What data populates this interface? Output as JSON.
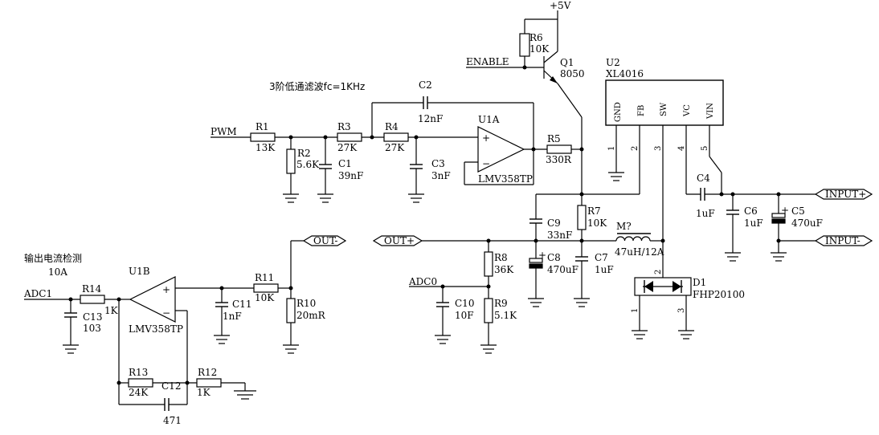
{
  "title_note": "3阶低通滤波fc=1KHz",
  "current_sense_note": "输出电流检测",
  "current_sense_value": "10A",
  "nets": {
    "vcc": "+5V",
    "enable": "ENABLE",
    "pwm": "PWM",
    "adc0": "ADC0",
    "adc1": "ADC1",
    "out_plus": "OUT+",
    "out_minus": "OUT-",
    "input_plus": "INPUT+",
    "input_minus": "INPUT-"
  },
  "components": {
    "r1": {
      "ref": "R1",
      "value": "13K"
    },
    "r2": {
      "ref": "R2",
      "value": "5.6K"
    },
    "r3": {
      "ref": "R3",
      "value": "27K"
    },
    "r4": {
      "ref": "R4",
      "value": "27K"
    },
    "r5": {
      "ref": "R5",
      "value": "330R"
    },
    "r6": {
      "ref": "R6",
      "value": "10K"
    },
    "r7": {
      "ref": "R7",
      "value": "10K"
    },
    "r8": {
      "ref": "R8",
      "value": "36K"
    },
    "r9": {
      "ref": "R9",
      "value": "5.1K"
    },
    "r10": {
      "ref": "R10",
      "value": "20mR"
    },
    "r11": {
      "ref": "R11",
      "value": "10K"
    },
    "r12": {
      "ref": "R12",
      "value": "1K"
    },
    "r13": {
      "ref": "R13",
      "value": "24K"
    },
    "r14": {
      "ref": "R14",
      "value": "1K"
    },
    "c1": {
      "ref": "C1",
      "value": "39nF"
    },
    "c2": {
      "ref": "C2",
      "value": "12nF"
    },
    "c3": {
      "ref": "C3",
      "value": "3nF"
    },
    "c4": {
      "ref": "C4",
      "value": "1uF"
    },
    "c5": {
      "ref": "C5",
      "value": "470uF"
    },
    "c6": {
      "ref": "C6",
      "value": "1uF"
    },
    "c7": {
      "ref": "C7",
      "value": "1uF"
    },
    "c8": {
      "ref": "C8",
      "value": "470uF"
    },
    "c9": {
      "ref": "C9",
      "value": "33nF"
    },
    "c10": {
      "ref": "C10",
      "value": "10F"
    },
    "c11": {
      "ref": "C11",
      "value": "1nF"
    },
    "c12": {
      "ref": "C12",
      "value": "471"
    },
    "c13": {
      "ref": "C13",
      "value": "103"
    },
    "q1": {
      "ref": "Q1",
      "value": "8050"
    },
    "u1a": {
      "ref": "U1A",
      "value": "LMV358TP"
    },
    "u1b": {
      "ref": "U1B",
      "value": "LMV358TP"
    },
    "u2": {
      "ref": "U2",
      "value": "XL4016"
    },
    "l1": {
      "ref": "M?",
      "value": "47uH/12A"
    },
    "d1": {
      "ref": "D1",
      "value": "FHP20100"
    }
  },
  "u2_pins": [
    {
      "name": "GND",
      "num": "1"
    },
    {
      "name": "FB",
      "num": "2"
    },
    {
      "name": "SW",
      "num": "3"
    },
    {
      "name": "VC",
      "num": "4"
    },
    {
      "name": "VIN",
      "num": "5"
    }
  ],
  "d1_pins": [
    "1",
    "2",
    "3"
  ],
  "opamp_signs": {
    "plus": "+",
    "minus": "−"
  },
  "cap_plus": "+"
}
